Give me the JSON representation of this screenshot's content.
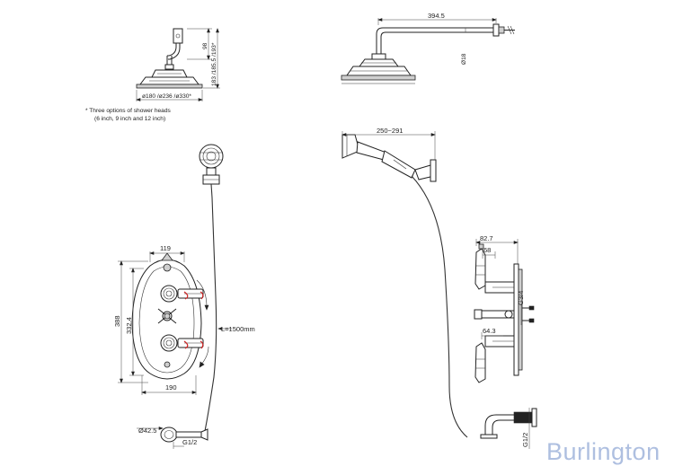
{
  "brand": {
    "name": "Burlington",
    "color": "#aebfe0"
  },
  "accent_color": "#cc2222",
  "note": {
    "line1": "* Three options of shower heads",
    "line2": "(6 inch, 9 inch and 12 inch)"
  },
  "dimensions": {
    "head_front_height": "98",
    "head_front_total": "183 /185.5 /193*",
    "head_diameters": "ø180 /ø236 /ø330*",
    "arm_length": "394.5",
    "arm_diameter": "Ø18",
    "handset_reach": "250~291",
    "valve_width": "119",
    "valve_height": "388",
    "valve_inner_height": "332.4",
    "valve_base_width": "190",
    "hose_length": "L=1500mm",
    "outlet_diameter": "Ø42.5",
    "outlet_thread": "G1/2",
    "side_depth_total": "82.7",
    "side_depth": "68",
    "side_inlet_thread": "G3/4",
    "side_projection": "64.3",
    "side_outlet_thread": "G1/2"
  }
}
